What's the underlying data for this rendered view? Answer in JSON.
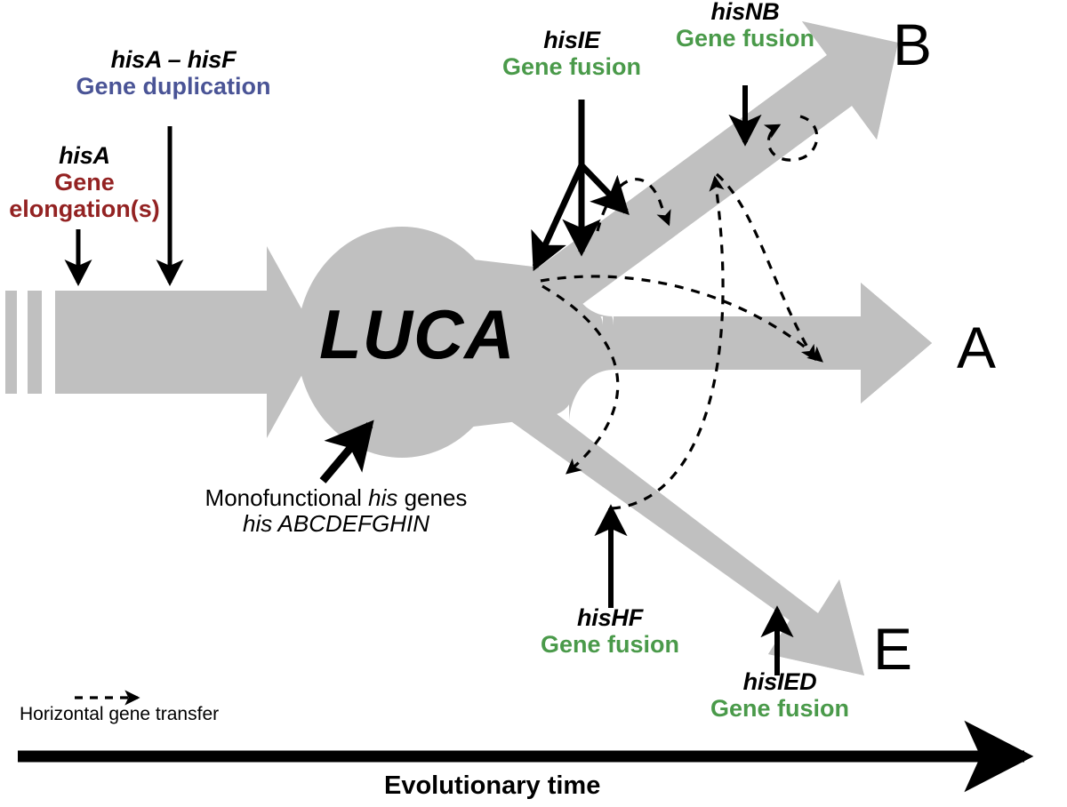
{
  "figure": {
    "organism_root_label": "LUCA",
    "root_caption_line1_pre": "Monofunctional ",
    "root_caption_line1_it": "his",
    "root_caption_line1_post": " genes",
    "root_caption_line2": "his ABCDEFGHIN",
    "axis_label": "Evolutionary time",
    "legend_label": "Horizontal gene transfer"
  },
  "branches": [
    {
      "id": "branch-b",
      "letter": "B"
    },
    {
      "id": "branch-a",
      "letter": "A"
    },
    {
      "id": "branch-e",
      "letter": "E"
    }
  ],
  "annotations": [
    {
      "id": "hisA-elongation",
      "gene": "hisA",
      "event": "Gene",
      "event2": "elongation(s)",
      "event_color": "#932222"
    },
    {
      "id": "hisA-hisF-duplication",
      "gene": "hisA – hisF",
      "event": "Gene duplication",
      "event_color": "#4a5496"
    },
    {
      "id": "hisIE-fusion",
      "gene": "hisIE",
      "event": "Gene fusion",
      "event_color": "#4a9a4a"
    },
    {
      "id": "hisNB-fusion",
      "gene": "hisNB",
      "event": "Gene fusion",
      "event_color": "#4a9a4a"
    },
    {
      "id": "hisHF-fusion",
      "gene": "hisHF",
      "event": "Gene fusion",
      "event_color": "#4a9a4a"
    },
    {
      "id": "hisIED-fusion",
      "gene": "hisIED",
      "event": "Gene fusion",
      "event_color": "#4a9a4a"
    }
  ],
  "colors": {
    "tree_gray": "#c0c0c0",
    "ink": "#000000",
    "green": "#4a9a4a",
    "blue": "#4a5496",
    "red": "#932222",
    "background": "#ffffff"
  }
}
